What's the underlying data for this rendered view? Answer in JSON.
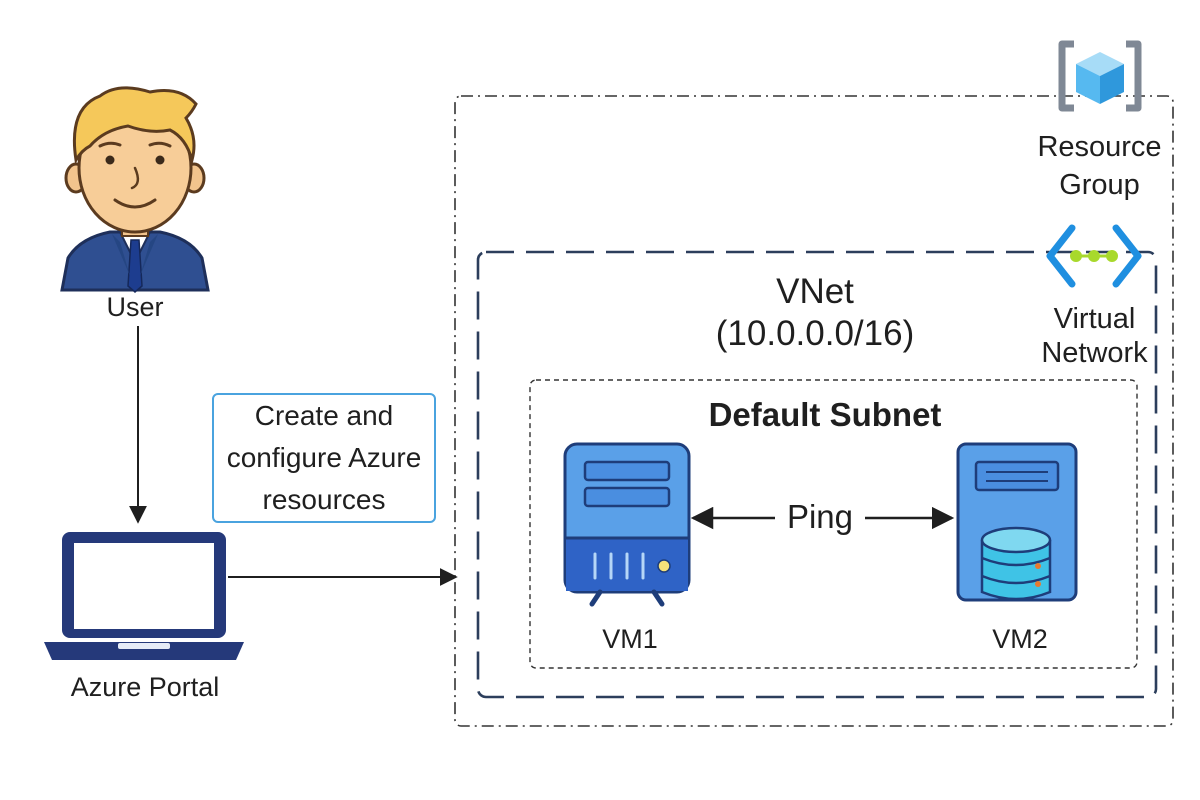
{
  "labels": {
    "user": "User",
    "azure_portal": "Azure Portal",
    "resource_group": "Resource Group",
    "virtual_network": "Virtual Network",
    "vnet_title": "VNet",
    "vnet_cidr": "(10.0.0.0/16)",
    "subnet": "Default Subnet",
    "vm1": "VM1",
    "vm2": "VM2",
    "ping": "Ping",
    "note": "Create and configure Azure resources"
  },
  "icons": {
    "user": "user-avatar-icon",
    "portal": "laptop-icon",
    "resource_group": "resource-group-cube-icon",
    "virtual_network": "virtual-network-icon",
    "vm1": "server-icon",
    "vm2": "database-server-icon"
  },
  "colors": {
    "server_blue": "#5aa0e8",
    "server_dark": "#2f63c6",
    "outline": "#1e3d7a",
    "laptop_navy": "#25397a",
    "azure_blue": "#1f8fe0",
    "cube_blue": "#56b9f0",
    "network_green": "#a8d92c",
    "note_border": "#4aa3df",
    "db_cyan": "#3fc3e6",
    "indicator_yellow": "#f6e27a",
    "indicator_orange": "#e8792e"
  }
}
